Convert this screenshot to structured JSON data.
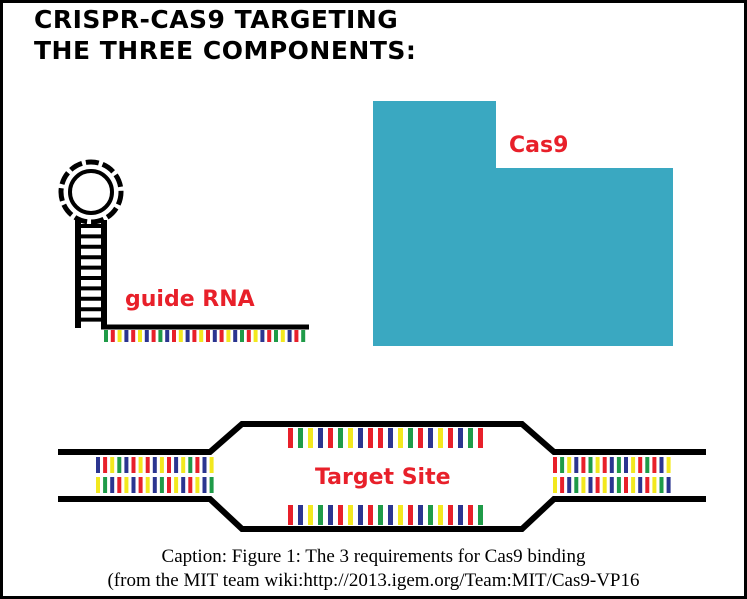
{
  "title": {
    "line1": "CRISPR-CAS9 TARGETING",
    "line2": "THE THREE COMPONENTS:"
  },
  "labels": {
    "cas9": "Cas9",
    "guide_rna": "guide RNA",
    "target_site": "Target Site"
  },
  "caption": {
    "line1": "Caption: Figure 1: The 3 requirements for Cas9 binding",
    "line2": "(from the MIT team wiki:http://2013.igem.org/Team:MIT/Cas9-VP16"
  },
  "colors": {
    "label_red": "#e8202a",
    "cas9_teal": "#3aa8c1",
    "base_red": "#e8202a",
    "base_blue": "#2b3590",
    "base_yellow": "#f2e81e",
    "base_green": "#1f9b48",
    "strand": "#000000"
  },
  "sequences": {
    "guide_rna": [
      "green",
      "red",
      "yellow",
      "blue",
      "red",
      "yellow",
      "blue",
      "red",
      "green",
      "blue",
      "red",
      "yellow",
      "blue",
      "red",
      "yellow",
      "red",
      "blue",
      "red",
      "yellow",
      "blue",
      "green",
      "red",
      "yellow",
      "blue",
      "red",
      "green",
      "yellow",
      "blue",
      "red",
      "green"
    ],
    "left_top": [
      "blue",
      "red",
      "yellow",
      "green",
      "blue",
      "red",
      "yellow",
      "red",
      "blue",
      "yellow",
      "red",
      "blue",
      "yellow",
      "green",
      "red",
      "blue",
      "yellow"
    ],
    "left_bottom": [
      "yellow",
      "green",
      "blue",
      "red",
      "yellow",
      "blue",
      "red",
      "yellow",
      "blue",
      "green",
      "red",
      "yellow",
      "blue",
      "red",
      "yellow",
      "blue",
      "green"
    ],
    "center_top": [
      "red",
      "green",
      "yellow",
      "blue",
      "red",
      "green",
      "yellow",
      "blue",
      "red",
      "red",
      "blue",
      "yellow",
      "green",
      "red",
      "blue",
      "yellow",
      "red",
      "blue",
      "green",
      "red"
    ],
    "center_bottom": [
      "red",
      "blue",
      "yellow",
      "green",
      "blue",
      "red",
      "yellow",
      "blue",
      "red",
      "green",
      "blue",
      "yellow",
      "red",
      "blue",
      "green",
      "yellow",
      "red",
      "blue",
      "red",
      "green"
    ],
    "right_top": [
      "red",
      "green",
      "yellow",
      "blue",
      "red",
      "green",
      "yellow",
      "red",
      "blue",
      "green",
      "blue",
      "yellow",
      "red",
      "green",
      "red",
      "blue",
      "yellow"
    ],
    "right_bottom": [
      "yellow",
      "red",
      "blue",
      "green",
      "yellow",
      "blue",
      "red",
      "yellow",
      "blue",
      "green",
      "red",
      "yellow",
      "blue",
      "red",
      "yellow",
      "green",
      "blue"
    ]
  }
}
